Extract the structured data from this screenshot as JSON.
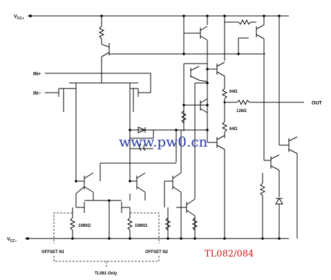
{
  "labels": {
    "vcc_plus": "V",
    "vcc_plus_sub": "CC+",
    "vcc_minus": "V",
    "vcc_minus_sub": "CC−",
    "in_plus": "IN+",
    "in_minus": "IN−",
    "out": "OUT",
    "r_64_top": "64Ω",
    "r_128": "128Ω",
    "r_64_bot": "64Ω",
    "r_1080_left": "1080Ω",
    "r_1080_right": "1080Ω",
    "offset_n1": "OFFSET N1",
    "offset_n2": "OFFSET N2",
    "tl081_only": "TL081 Only"
  },
  "watermark": "www.pw0.cn",
  "footer_part": "TL082/084",
  "colors": {
    "line": "#000000",
    "watermark": "#2a3aa8",
    "part": "#cc1111"
  }
}
